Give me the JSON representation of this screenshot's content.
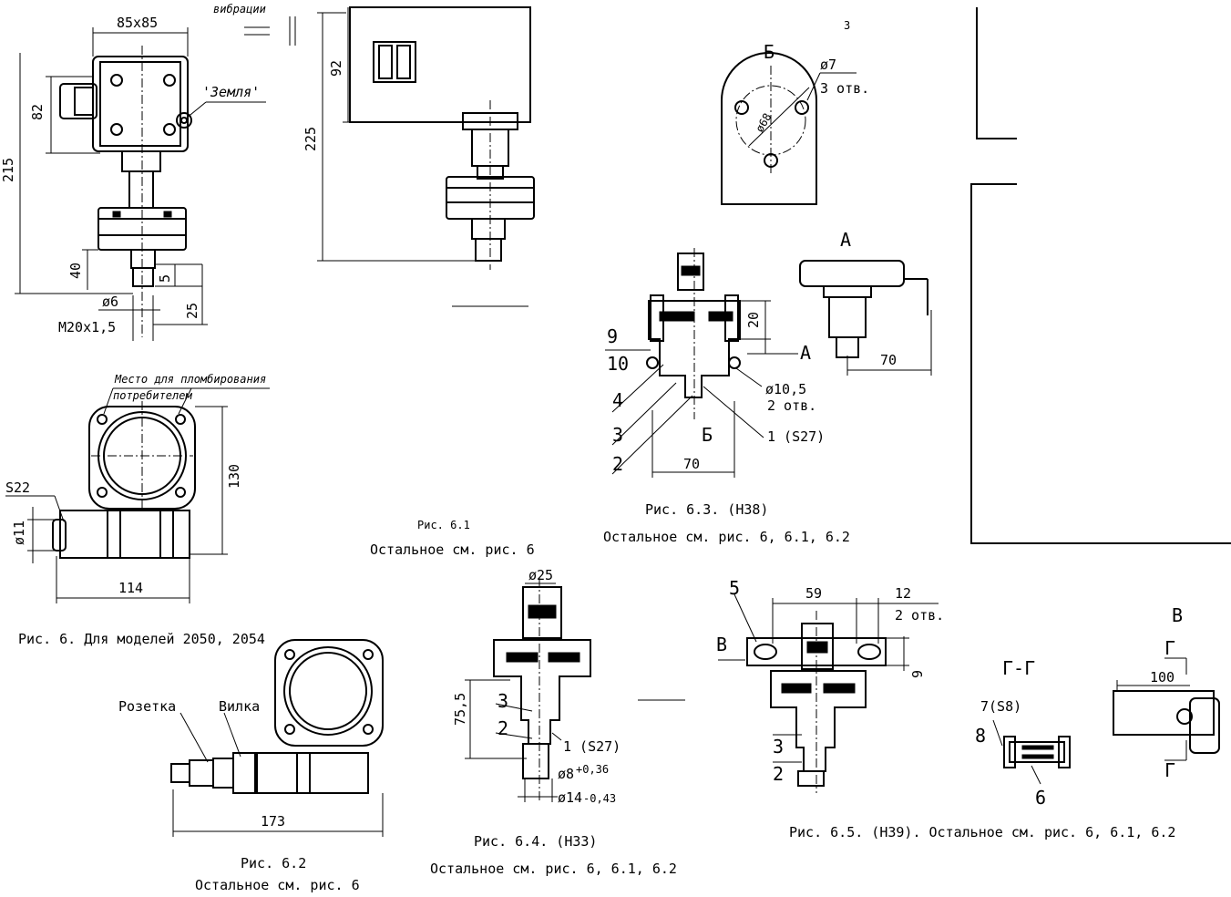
{
  "fig6": {
    "dim_top": "85x85",
    "dim_82": "82",
    "dim_215": "215",
    "dim_40": "40",
    "dim_5": "5",
    "dim_25": "25",
    "dim_d6": "ø6",
    "thread": "M20x1,5",
    "ground": "'Земля'",
    "vibration": "вибрации",
    "seal_line1": "Место для пломбирования",
    "seal_line2": "потребителем",
    "s22": "S22",
    "d11": "ø11",
    "dim_130": "130",
    "dim_114": "114",
    "caption": "Рис. 6. Для моделей 2050, 2054"
  },
  "fig61": {
    "dim_92": "92",
    "dim_225": "225",
    "caption_partial": "Рис. 6.1",
    "caption_rest": "Остальное см. рис. 6"
  },
  "fig62": {
    "rozetka": "Розетка",
    "vilka": "Вилка",
    "dim_173": "173",
    "caption": "Рис. 6.2",
    "caption_rest": "Остальное см. рис. 6"
  },
  "fig63": {
    "view_b": "Б",
    "d7": "ø7",
    "holes3": "3 отв.",
    "d68": "ø68",
    "view_a": "А",
    "dim_70_right": "70",
    "dim_20": "20",
    "arrow_a": "А",
    "n9": "9",
    "n10": "10",
    "n4": "4",
    "n3": "3",
    "n2": "2",
    "n1": "1 (S27)",
    "d105": "ø10,5",
    "holes2": "2 отв.",
    "arrow_b": "Б",
    "dim_70_bottom": "70",
    "caption": "Рис. 6.3. (Н38)",
    "caption_rest": "Остальное см. рис. 6, 6.1, 6.2",
    "top_mark": "3"
  },
  "fig64": {
    "d25": "ø25",
    "dim_755": "75,5",
    "n3": "3",
    "n2": "2",
    "n1": "1 (S27)",
    "d8": "ø8",
    "d8_tol": "+0,36",
    "d14": "ø14",
    "d14_tol": "-0,43",
    "caption": "Рис. 6.4. (Н33)",
    "caption_rest": "Остальное см. рис. 6, 6.1, 6.2"
  },
  "fig65": {
    "n5": "5",
    "dim_59": "59",
    "dim_12": "12",
    "holes2": "2 отв.",
    "view_v": "В",
    "dim_9": "9",
    "n3": "3",
    "n2": "2",
    "section": "Г-Г",
    "n7": "7(S8)",
    "n8": "8",
    "n6": "6",
    "view_v2": "В",
    "dim_100": "100",
    "cut_g": "Г",
    "caption": "Рис. 6.5. (Н39). Остальное см. рис. 6, 6.1, 6.2"
  }
}
